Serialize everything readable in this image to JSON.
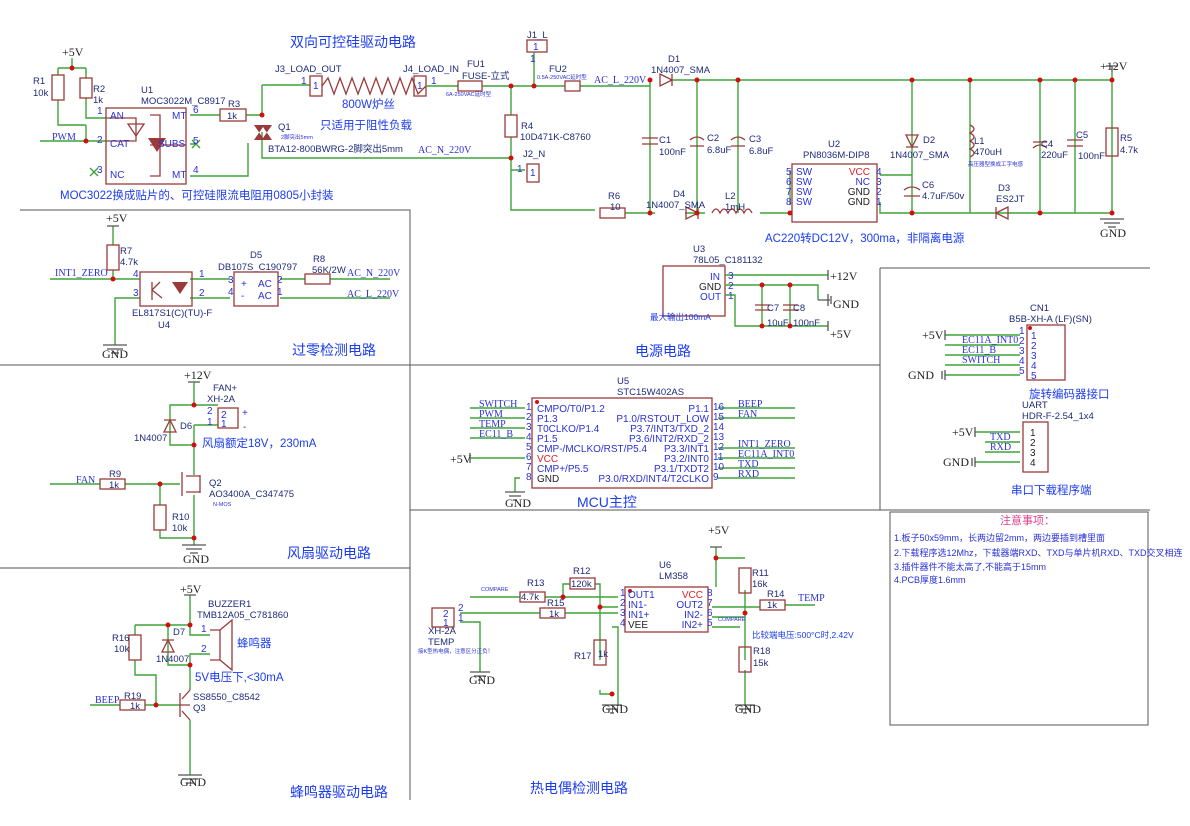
{
  "colors": {
    "wire": "#3fa33a",
    "component": "#9a3a3a",
    "junction": "#d01010",
    "text": "#2a30d8",
    "title": "#1c3cf0",
    "notes_title": "#e0408a"
  },
  "triac": {
    "title": "双向可控硅驱动电路",
    "vcc": "+5V",
    "r1_ref": "R1",
    "r1_val": "10k",
    "r2_ref": "R2",
    "r2_val": "1k",
    "u1_ref": "U1",
    "u1_val": "MOC3022M_C8917",
    "pin1": "1",
    "an": "AN",
    "pin2": "2",
    "cat": "CAT",
    "pin3": "3",
    "nc": "NC",
    "pin6": "6",
    "mt1": "MT",
    "pin5": "5",
    "subs": "SUBS",
    "pin4": "4",
    "mt2": "MT",
    "pwm": "PWM",
    "r3_ref": "R3",
    "r3_val": "1k",
    "q1_ref": "Q1",
    "q1_note": "2脚突出5mm",
    "q1_val": "BTA12-800BWRG-2脚突出5mm",
    "j3_ref": "J3_LOAD_OUT",
    "j3_pin": "1",
    "j3_box": "1",
    "heater": "800W炉丝",
    "heater_note": "只适用于阻性负载",
    "j4_ref": "J4_LOAD_IN",
    "j4_pin": "1",
    "j4_box": "1",
    "fu1_ref": "FU1",
    "fu1_val": "FUSE-立式",
    "fu1_note": "6A-250VAC延时型",
    "ac_n": "AC_N_220V",
    "note": "MOC3022换成贴片的、可控硅限流电阻用0805小封装"
  },
  "power": {
    "title": "电源电路",
    "j1_ref": "J1_L",
    "j1_pin": "1",
    "j1_box": "1",
    "fu2_ref": "FU2",
    "fu2_note": "0.5A-250VAC延时型",
    "ac_l": "AC_L_220V",
    "r4_ref": "R4",
    "r4_val": "10D471K-C8760",
    "j2_ref": "J2_N",
    "j2_pin": "1",
    "j2_box": "1",
    "c1_ref": "C1",
    "c1_val": "100nF",
    "c2_ref": "C2",
    "c2_val": "6.8uF",
    "c3_ref": "C3",
    "c3_val": "6.8uF",
    "d1_ref": "D1",
    "d1_val": "1N4007_SMA",
    "r6_ref": "R6",
    "r6_val": "10",
    "d4_ref": "D4",
    "d4_val": "1N4007_SMA",
    "l2_ref": "L2",
    "l2_val": "1mH",
    "u2_ref": "U2",
    "u2_val": "PN8036M-DIP8",
    "u2_left": [
      {
        "num": "5",
        "name": "SW"
      },
      {
        "num": "6",
        "name": "SW"
      },
      {
        "num": "7",
        "name": "SW"
      },
      {
        "num": "8",
        "name": "SW"
      }
    ],
    "u2_right": [
      {
        "num": "4",
        "name": "VCC"
      },
      {
        "num": "3",
        "name": "NC"
      },
      {
        "num": "2",
        "name": "GND"
      },
      {
        "num": "1",
        "name": "GND"
      }
    ],
    "d2_ref": "D2",
    "d2_val": "1N4007_SMA",
    "l1_ref": "L1",
    "l1_val": "470uH",
    "l1_note": "高压器型换成工字电感",
    "c6_ref": "C6",
    "c6_val": "4.7uF/50v",
    "d3_ref": "D3",
    "d3_val": "ES2JT",
    "c4_ref": "C4",
    "c4_val": "220uF",
    "c5_ref": "C5",
    "c5_val": "100nF",
    "r5_ref": "R5",
    "r5_val": "4.7k",
    "v12": "+12V",
    "gnd": "GND",
    "note": "AC220转DC12V，300ma，非隔离电源",
    "u3_ref": "U3",
    "u3_val": "78L05_C181132",
    "u3_in": "IN",
    "u3_gnd": "GND",
    "u3_out": "OUT",
    "u3_p3": "3",
    "u3_p2": "2",
    "u3_p1": "1",
    "u3_note": "最大输出100mA",
    "c7_ref": "C7",
    "c7_val": "10uF",
    "c8_ref": "C8",
    "c8_val": "100nF",
    "u3_v12": "+12V",
    "u3_gndnet": "GND",
    "u3_v5": "+5V"
  },
  "zero": {
    "title": "过零检测电路",
    "vcc": "+5V",
    "r7_ref": "R7",
    "r7_val": "4.7k",
    "int1": "INT1_ZERO",
    "p4": "4",
    "p3": "3",
    "p1": "1",
    "p2": "2",
    "u4_val": "EL817S1(C)(TU)-F",
    "u4_ref": "U4",
    "d5_ref": "D5",
    "d5_val": "DB107S_C190797",
    "d5_p3": "3",
    "d5_p4": "4",
    "d5_plus": "+",
    "d5_minus": "-",
    "d5_ac1": "AC",
    "d5_ac2": "AC",
    "d5_p2": "2",
    "d5_p1": "1",
    "r8_ref": "R8",
    "r8_val": "56K/2W",
    "ac_n": "AC_N_220V",
    "ac_l": "AC_L_220V",
    "gnd": "GND"
  },
  "fan": {
    "title": "风扇驱动电路",
    "v12": "+12V",
    "conn_ref": "FAN+",
    "conn_val": "XH-2A",
    "p2": "2",
    "p1": "1",
    "b2": "2",
    "b1": "1",
    "plus": "+",
    "minus": "-",
    "d6_ref": "D6",
    "d6_val": "1N4007",
    "note": "风扇额定18V，230mA",
    "fan": "FAN",
    "r9_ref": "R9",
    "r9_val": "1k",
    "q2_ref": "Q2",
    "q2_val": "AO3400A_C347475",
    "q2_type": "N-MOS",
    "r10_ref": "R10",
    "r10_val": "10k",
    "gnd": "GND"
  },
  "buzzer": {
    "title": "蜂鸣器驱动电路",
    "vcc": "+5V",
    "bz_ref": "BUZZER1",
    "bz_val": "TMB12A05_C781860",
    "p1": "1",
    "p2": "2",
    "label": "蜂鸣器",
    "r16_ref": "R16",
    "r16_val": "10k",
    "d7_ref": "D7",
    "d7_val": "1N4007",
    "note": "5V电压下,<30mA",
    "beep": "BEEP",
    "r19_ref": "R19",
    "r19_val": "1k",
    "q3_val": "SS8550_C8542",
    "q3_ref": "Q3",
    "gnd": "GND"
  },
  "mcu": {
    "title": "MCU主控",
    "u5_ref": "U5",
    "u5_val": "STC15W402AS",
    "vcc": "+5V",
    "gnd": "GND",
    "left": [
      {
        "num": "1",
        "name": "CMPO/T0/P1.2",
        "net": "SWITCH"
      },
      {
        "num": "2",
        "name": "P1.3",
        "net": "PWM"
      },
      {
        "num": "3",
        "name": "T0CLKO/P1.4",
        "net": "TEMP"
      },
      {
        "num": "4",
        "name": "P1.5",
        "net": "EC11_B"
      },
      {
        "num": "5",
        "name": "CMP-/MCLKO/RST/P5.4",
        "net": ""
      },
      {
        "num": "6",
        "name": "VCC",
        "net": ""
      },
      {
        "num": "7",
        "name": "CMP+/P5.5",
        "net": ""
      },
      {
        "num": "8",
        "name": "GND",
        "net": ""
      }
    ],
    "right": [
      {
        "num": "16",
        "name": "P1.1",
        "net": "BEEP"
      },
      {
        "num": "15",
        "name": "P1.0/RSTOUT_LOW",
        "net": "FAN"
      },
      {
        "num": "14",
        "name": "P3.7/INT3/TXD_2",
        "net": ""
      },
      {
        "num": "13",
        "name": "P3.6/INT2/RXD_2",
        "net": ""
      },
      {
        "num": "12",
        "name": "P3.3/INT1",
        "net": "INT1_ZERO"
      },
      {
        "num": "11",
        "name": "P3.2/INT0",
        "net": "EC11A_INT0"
      },
      {
        "num": "10",
        "name": "P3.1/TXDT2",
        "net": "TXD"
      },
      {
        "num": "9",
        "name": "P3.0/RXD/INT4/T2CLKO",
        "net": "RXD"
      }
    ]
  },
  "thermo": {
    "title": "热电偶检测电路",
    "vcc": "+5V",
    "u6_ref": "U6",
    "u6_val": "LM358",
    "left": [
      {
        "num": "1",
        "name": "OUT1"
      },
      {
        "num": "2",
        "name": "IN1-"
      },
      {
        "num": "3",
        "name": "IN1+"
      },
      {
        "num": "4",
        "name": "VEE"
      }
    ],
    "right": [
      {
        "num": "8",
        "name": "VCC"
      },
      {
        "num": "7",
        "name": "OUT2"
      },
      {
        "num": "6",
        "name": "IN2-"
      },
      {
        "num": "5",
        "name": "IN2+"
      }
    ],
    "compare": "COMPARE",
    "r13_ref": "R13",
    "r13_val": "4.7k",
    "r12_ref": "R12",
    "r12_val": "120k",
    "r15_ref": "R15",
    "r15_val": "1k",
    "conn_val": "XH-2A",
    "conn_ref": "TEMP",
    "conn_note": "接K型热电偶，注意区分正负！",
    "cp2": "2",
    "cp1": "1",
    "cb2": "2",
    "cb1": "1",
    "gnd1": "GND",
    "r17_ref": "R17",
    "r17_val": "1k",
    "gnd2": "GND",
    "r11_ref": "R11",
    "r11_val": "16k",
    "r14_ref": "R14",
    "r14_val": "1k",
    "temp": "TEMP",
    "compare2": "COMPARE",
    "cmp_note": "比较端电压:500°C时,2.42V",
    "r18_ref": "R18",
    "r18_val": "15k",
    "gnd3": "GND"
  },
  "encoder": {
    "title": "旋转编码器接口",
    "cn1_ref": "CN1",
    "cn1_val": "B5B-XH-A (LF)(SN)",
    "vcc": "+5V",
    "gnd": "GND",
    "nets": [
      "EC11A_INT0",
      "EC11_B",
      "SWITCH"
    ],
    "pins": [
      "1",
      "2",
      "3",
      "4",
      "5"
    ]
  },
  "uart": {
    "title": "串口下载程序端",
    "ref": "UART",
    "val": "HDR-F-2.54_1x4",
    "vcc": "+5V",
    "gnd": "GND",
    "txd": "TXD",
    "rxd": "RXD",
    "pins": [
      "1",
      "2",
      "3",
      "4"
    ]
  },
  "notes": {
    "title": "注意事项：",
    "items": [
      "1.板子50x59mm，长两边留2mm，两边要插到槽里面",
      "2.下载程序选12Mhz，下载器端RXD、TXD与单片机RXD、TXD交叉相连",
      "3.插件器件不能太高了,不能高于15mm",
      "4.PCB厚度1.6mm"
    ]
  }
}
